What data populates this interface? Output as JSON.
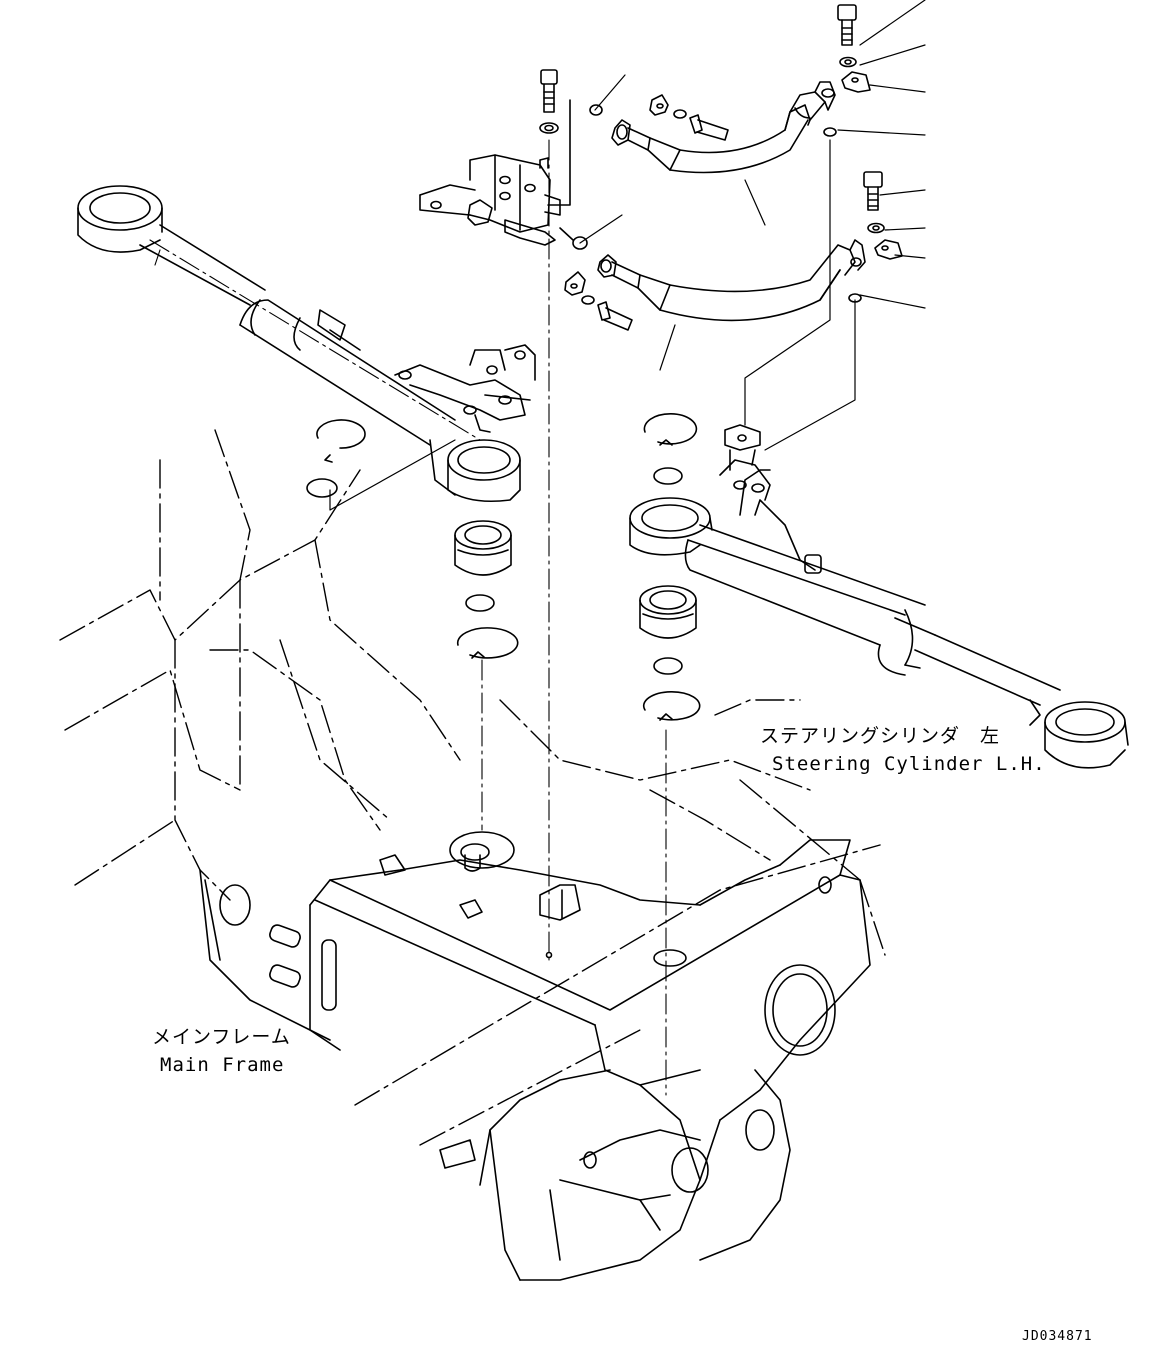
{
  "labels": {
    "steering_cylinder_jp": "ステアリングシリンダ　左",
    "steering_cylinder_en": "Steering Cylinder L.H.",
    "main_frame_jp": "メインフレーム",
    "main_frame_en": "Main Frame",
    "drawing_number": "JD034871"
  }
}
